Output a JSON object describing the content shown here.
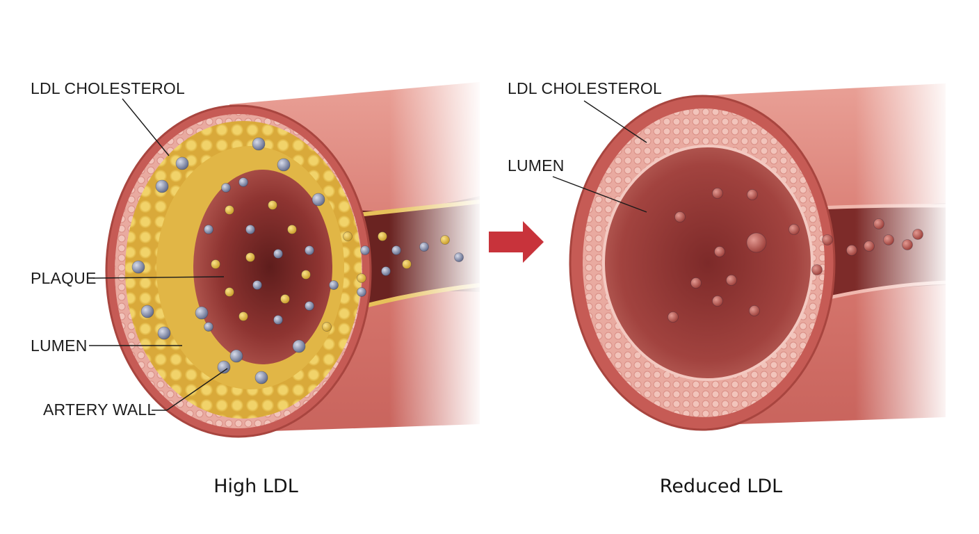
{
  "left_panel": {
    "labels": {
      "ldl_cholesterol": "LDL CHOLESTEROL",
      "plaque": "PLAQUE",
      "lumen": "LUMEN",
      "artery_wall": "ARTERY WALL"
    },
    "caption": "High LDL"
  },
  "right_panel": {
    "labels": {
      "ldl_cholesterol": "LDL CHOLESTEROL",
      "lumen": "LUMEN"
    },
    "caption": "Reduced LDL"
  },
  "colors": {
    "artery_outer": "#d77b72",
    "artery_dark": "#a8453f",
    "lumen_dark": "#7a2a28",
    "plaque_yellow": "#e8c24a",
    "ldl_particle_blue": "#8e97b4",
    "arrow_red": "#c8333b"
  }
}
